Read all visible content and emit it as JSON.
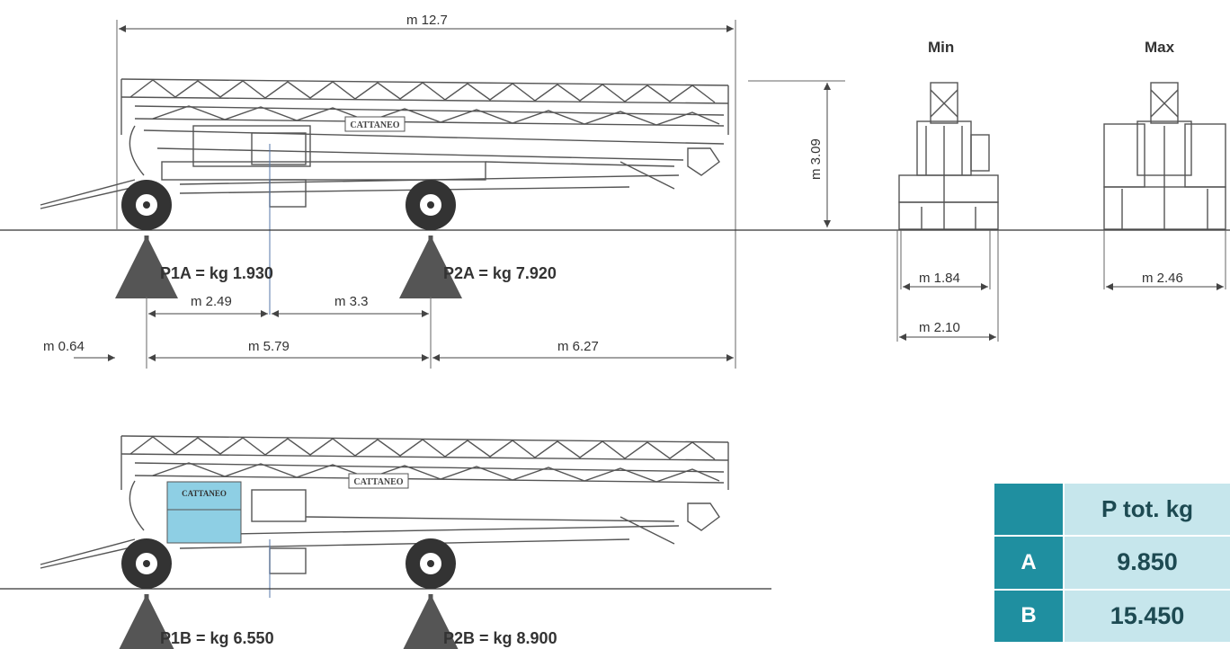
{
  "dimensions": {
    "overall_length": "m 12.7",
    "height": "m 3.09",
    "axle_to_ballast": "m 2.49",
    "ballast_to_axle": "m 3.3",
    "front_overhang": "m 0.64",
    "wheelbase": "m 5.79",
    "rear_overhang": "m 6.27",
    "track_min_inner": "m 1.84",
    "track_min_outer": "m 2.10",
    "track_max": "m 2.46"
  },
  "loads_config_a": {
    "p1": "P1A = kg 1.930",
    "p2": "P2A = kg 7.920"
  },
  "loads_config_b": {
    "p1": "P1B = kg 6.550",
    "p2": "P2B = kg 8.900"
  },
  "views": {
    "min": "Min",
    "max": "Max"
  },
  "brand": "CATTANEO",
  "weights_table": {
    "header": "P tot. kg",
    "rows": [
      {
        "label": "A",
        "value": "9.850"
      },
      {
        "label": "B",
        "value": "15.450"
      }
    ]
  },
  "colors": {
    "ballast_fill": "#8ecfe4",
    "table_dark": "#1f8fa0",
    "table_light": "#c6e6ec"
  }
}
